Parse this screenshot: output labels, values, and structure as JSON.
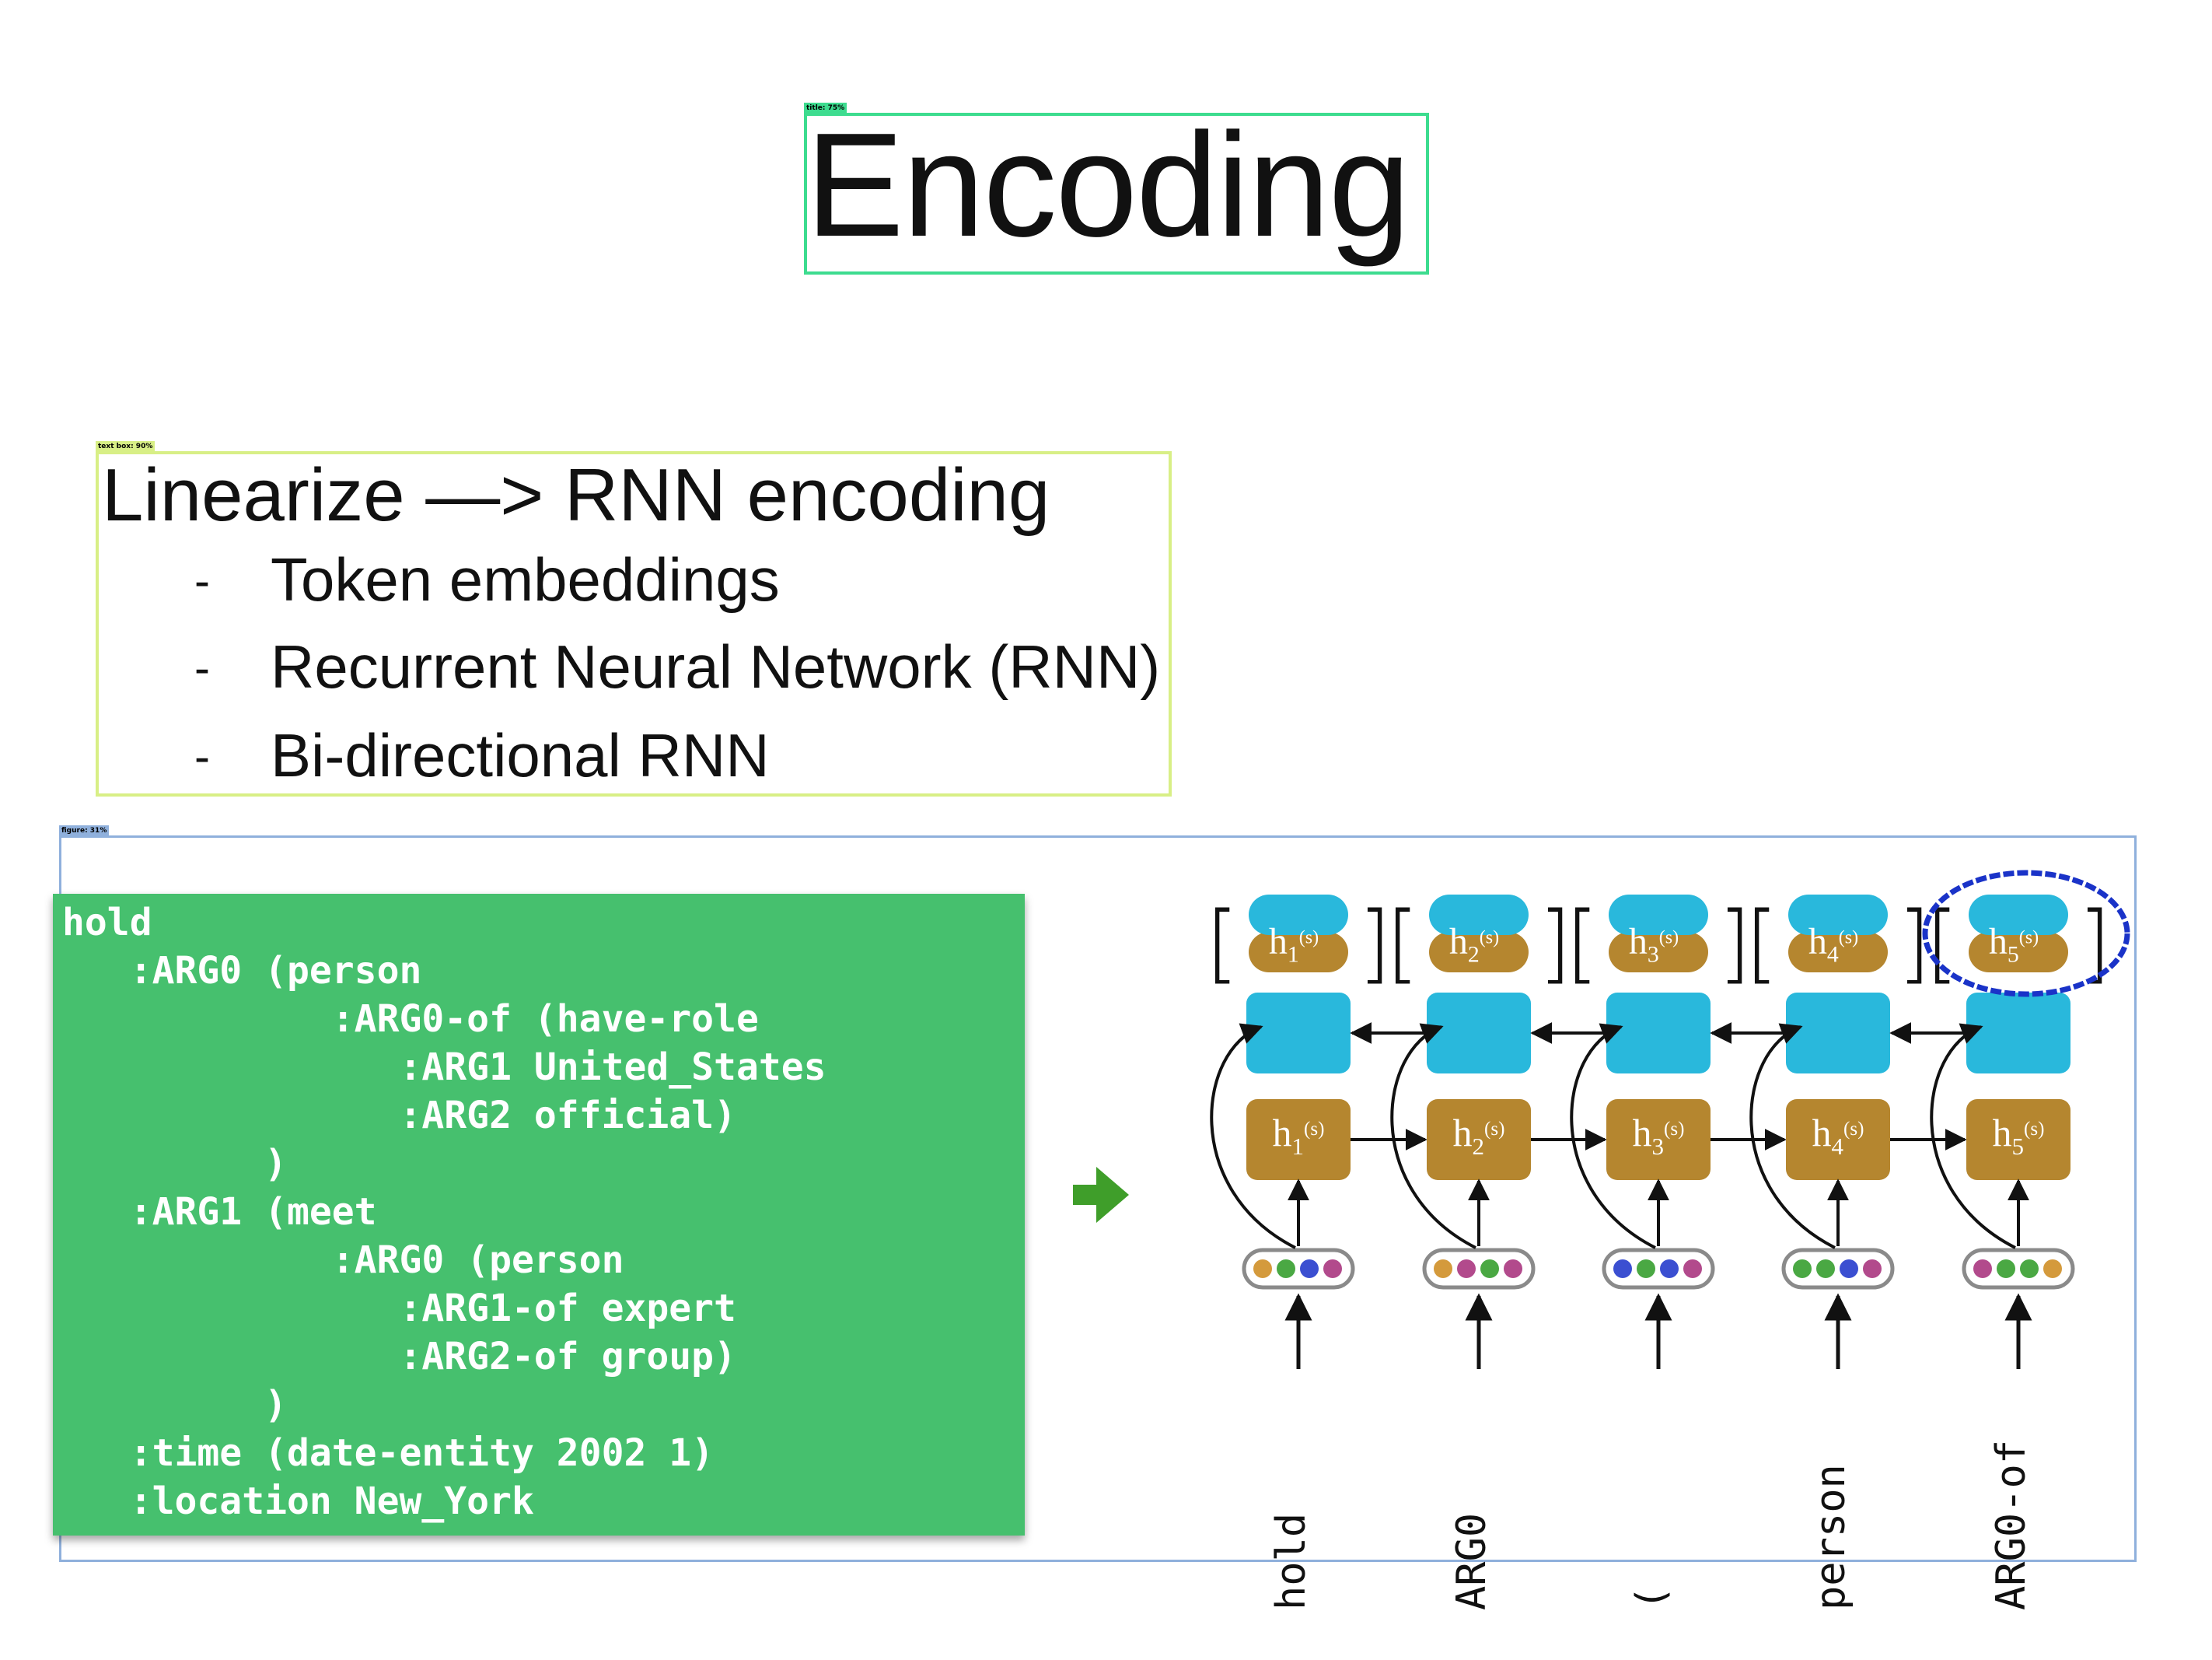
{
  "labels": {
    "title_tag": "title: 75%",
    "text_tag": "text box: 90%",
    "figure_tag": "figure: 31%"
  },
  "slide": {
    "title": "Encoding",
    "heading": "Linearize —> RNN encoding",
    "bullets": [
      {
        "dash": "-",
        "text": "Token embeddings"
      },
      {
        "dash": "-",
        "text": "Recurrent Neural Network (RNN)"
      },
      {
        "dash": "-",
        "text": "Bi-directional RNN"
      }
    ]
  },
  "amr_code": [
    "hold",
    "   :ARG0 (person",
    "            :ARG0-of (have-role",
    "               :ARG1 United_States",
    "               :ARG2 official)",
    "         )",
    "   :ARG1 (meet",
    "            :ARG0 (person",
    "               :ARG1-of expert",
    "               :ARG2-of group)",
    "         )",
    "   :time (date-entity 2002 1)",
    "   :location New_York"
  ],
  "diagram": {
    "tokens": [
      "hold",
      "ARG0",
      "(",
      "person",
      "ARG0-of"
    ],
    "hidden_base": "h",
    "hidden_indices": [
      "1",
      "2",
      "3",
      "4",
      "5"
    ],
    "hidden_sup": "(s)",
    "brackets": [
      "[",
      "]"
    ],
    "embedding_dot_colors": [
      [
        "#d49a3c",
        "#4aa843",
        "#3b4fd1",
        "#b24a8c"
      ],
      [
        "#d49a3c",
        "#b24a8c",
        "#4aa843",
        "#b24a8c"
      ],
      [
        "#3b4fd1",
        "#4aa843",
        "#3b4fd1",
        "#b24a8c"
      ],
      [
        "#4aa843",
        "#4aa843",
        "#3b4fd1",
        "#b24a8c"
      ],
      [
        "#b24a8c",
        "#4aa843",
        "#4aa843",
        "#d49a3c"
      ]
    ],
    "colors": {
      "forward_cell": "#b5862f",
      "backward_cell": "#29b8dc",
      "arrow": "#111111",
      "highlight_ring": "#1a33c8",
      "pointer_arrow": "#3f9e2a"
    }
  }
}
